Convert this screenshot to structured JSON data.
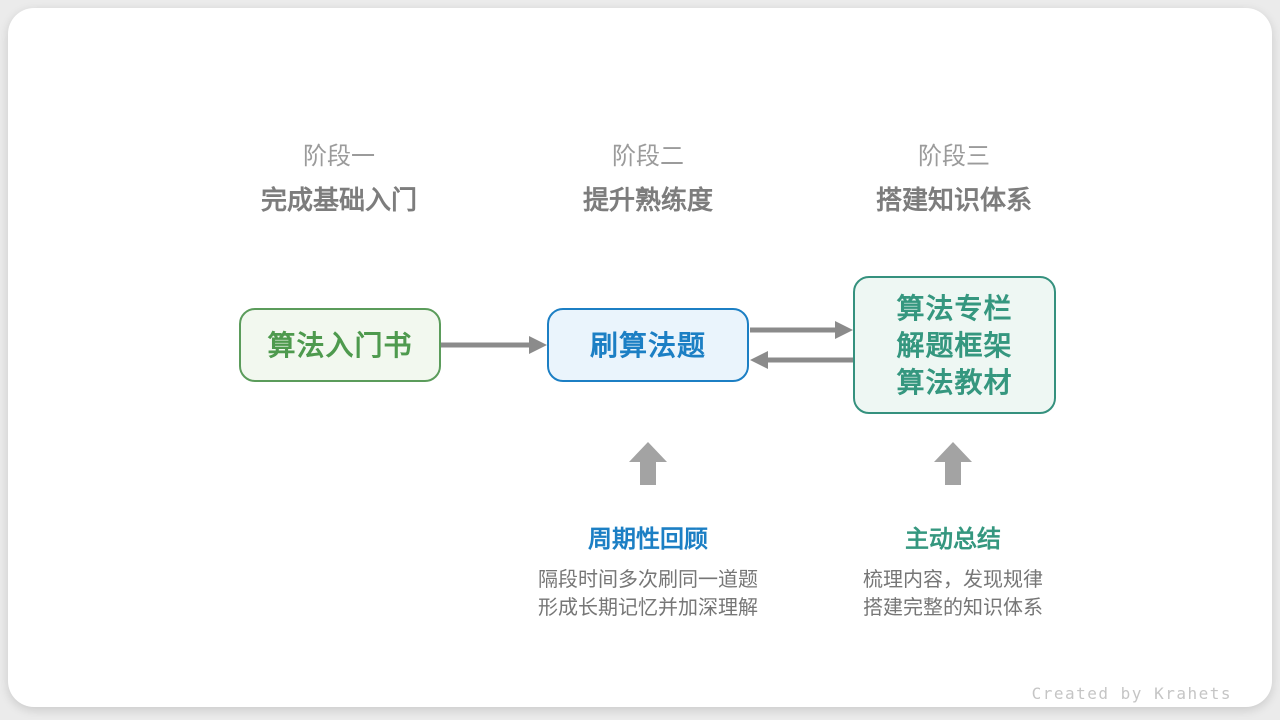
{
  "page": {
    "background_color": "#ebebeb",
    "card_color": "#ffffff"
  },
  "stages": [
    {
      "label": "阶段一",
      "title": "完成基础入门"
    },
    {
      "label": "阶段二",
      "title": "提升熟练度"
    },
    {
      "label": "阶段三",
      "title": "搭建知识体系"
    }
  ],
  "nodes": [
    {
      "id": "intro-book",
      "lines": [
        "算法入门书"
      ],
      "text_color": "#4e9a4e",
      "border_color": "#5b9c5b",
      "bg_color": "#f2f8ef"
    },
    {
      "id": "practice-problems",
      "lines": [
        "刷算法题"
      ],
      "text_color": "#1c7fc4",
      "border_color": "#1c7fc4",
      "bg_color": "#eaf4fc"
    },
    {
      "id": "knowledge-resources",
      "lines": [
        "算法专栏",
        "解题框架",
        "算法教材"
      ],
      "text_color": "#35977f",
      "border_color": "#35917e",
      "bg_color": "#eef7f3"
    }
  ],
  "annotations": [
    {
      "id": "periodic-review",
      "title": "周期性回顾",
      "title_color": "#1c7fc4",
      "lines": [
        "隔段时间多次刷同一道题",
        "形成长期记忆并加深理解"
      ]
    },
    {
      "id": "active-summary",
      "title": "主动总结",
      "title_color": "#35977f",
      "lines": [
        "梳理内容，发现规律",
        "搭建完整的知识体系"
      ]
    }
  ],
  "arrows": {
    "horizontal_color": "#8b8b8b",
    "up_color": "#a3a3a3"
  },
  "footer": {
    "credit": "Created by Krahets"
  }
}
